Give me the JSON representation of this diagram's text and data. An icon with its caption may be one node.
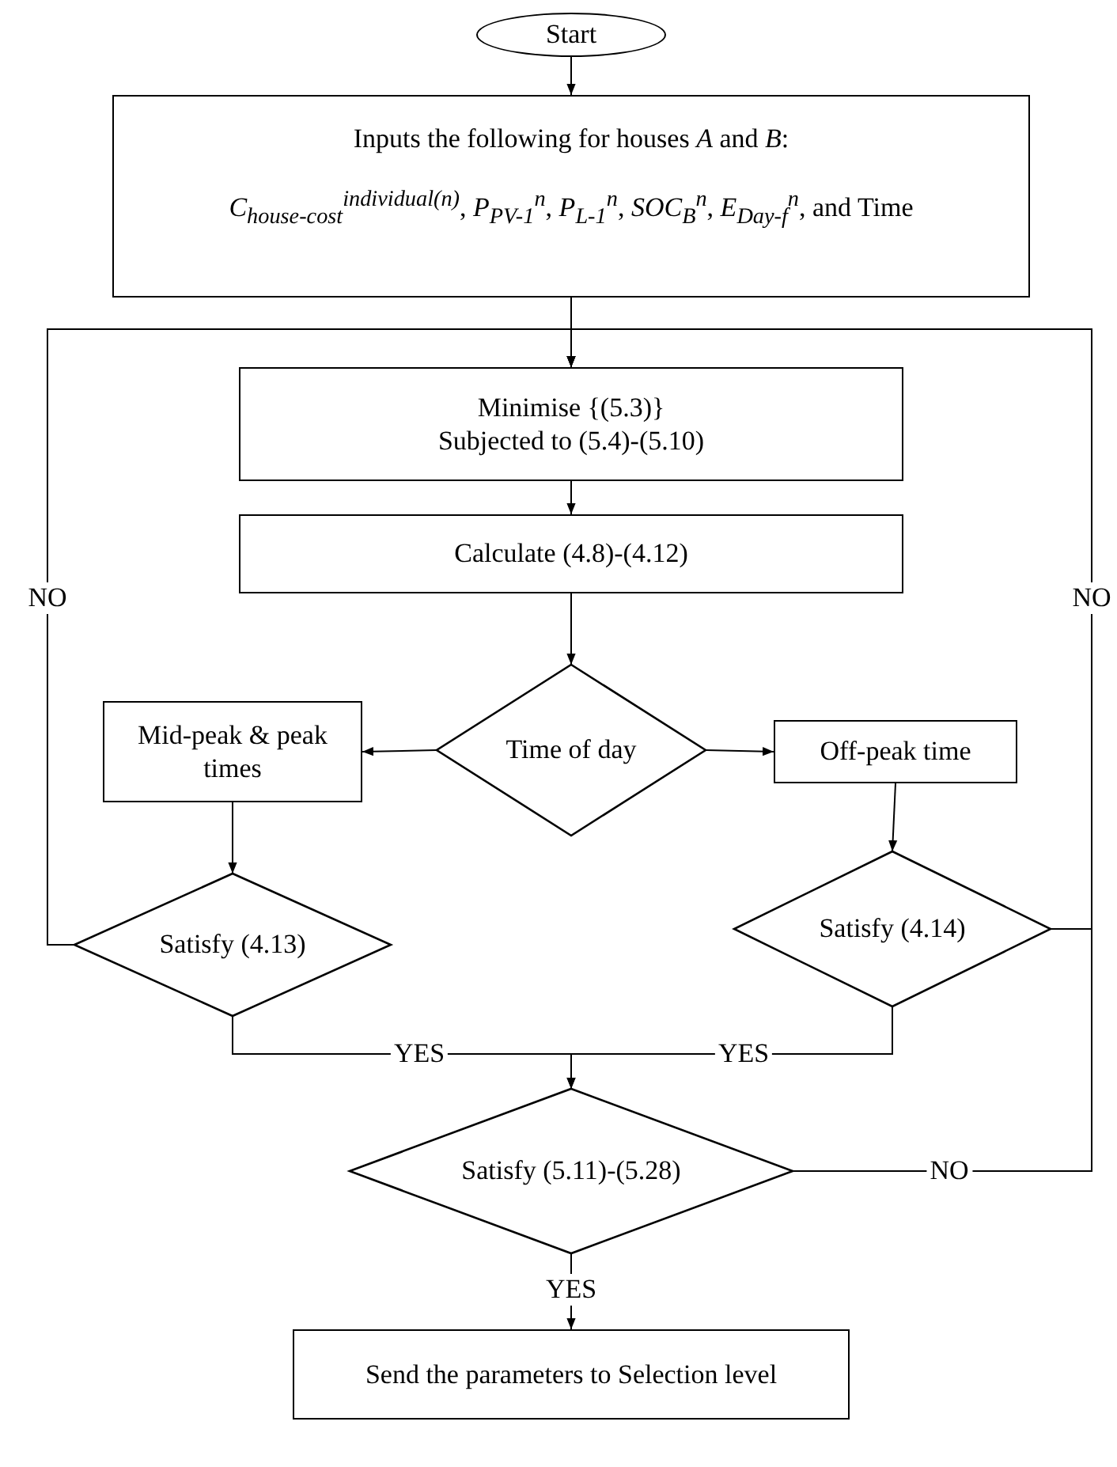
{
  "diagram": {
    "nodes": [
      {
        "text": [
          "Start"
        ]
      },
      {
        "text": [
          "Inputs the following for houses *A* and *B*:",
          "*C*$_{house-cost}$$^{individual(n)}$, *P*$_{PV-1}$$^{n}$, *P*$_{L-1}$$^{n}$, *SOC*$_{B}$$^{n}$, *E*$_{Day-f}$$^{n}$, and  Time"
        ]
      },
      {
        "text": [
          "Minimise {(5.3)}",
          "Subjected to (5.4)-(5.10)"
        ]
      },
      {
        "text": [
          "Calculate (4.8)-(4.12)"
        ]
      },
      {
        "text": [
          "Time of day"
        ]
      },
      {
        "text": [
          "Mid-peak & peak times"
        ]
      },
      {
        "text": [
          "Off-peak time"
        ]
      },
      {
        "text": [
          "Satisfy (4.13)"
        ]
      },
      {
        "text": [
          "Satisfy (4.14)"
        ]
      },
      {
        "text": [
          "Satisfy (5.11)-(5.28)"
        ]
      },
      {
        "text": [
          "Send the parameters to Selection level"
        ]
      }
    ],
    "edges": [
      {
        "from": 0,
        "to": 1,
        "arrow": "to"
      },
      {
        "from": 1,
        "to": 2,
        "arrow": "to"
      },
      {
        "from": 2,
        "to": 3,
        "arrow": "to"
      },
      {
        "from": 3,
        "to": 4,
        "arrow": "to"
      },
      {
        "from": 4,
        "to": 5,
        "arrow": "to"
      },
      {
        "from": 4,
        "to": 6,
        "arrow": "to"
      },
      {
        "from": 5,
        "to": 7,
        "arrow": "to"
      },
      {
        "from": 6,
        "to": 8,
        "arrow": "to"
      },
      {
        "from": 7,
        "to": 9,
        "arrow": "to",
        "label": "YES"
      },
      {
        "from": 8,
        "to": 9,
        "arrow": "to",
        "label": "YES"
      },
      {
        "from": 7,
        "to": 2,
        "arrow": "to",
        "label": "NO"
      },
      {
        "from": 8,
        "to": 2,
        "arrow": "to",
        "label": "NO"
      },
      {
        "from": 9,
        "to": 2,
        "arrow": "to",
        "label": "NO"
      },
      {
        "from": 9,
        "to": 10,
        "arrow": "to",
        "label": "YES"
      }
    ]
  }
}
